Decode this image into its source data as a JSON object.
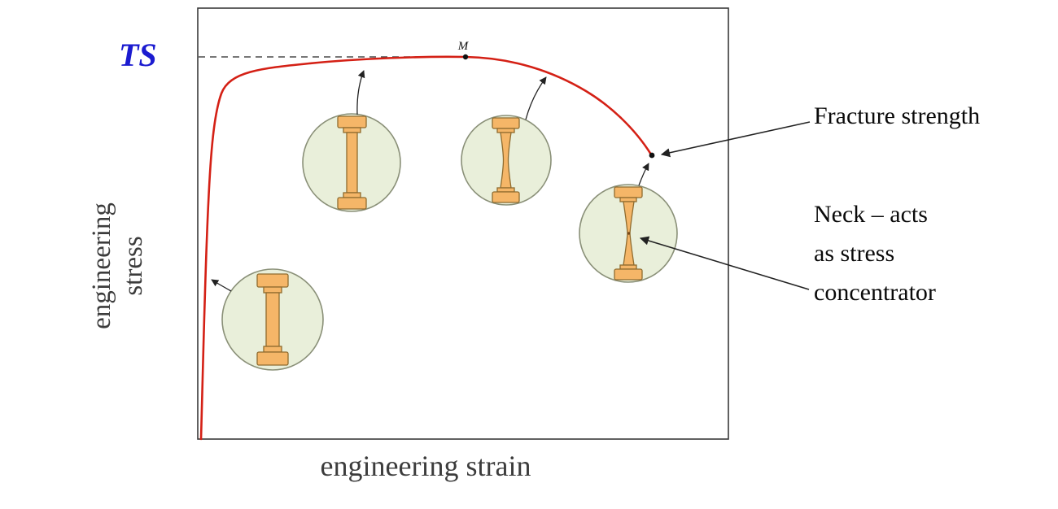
{
  "figure": {
    "kind": "annotated engineering stress-strain diagram with tensile specimen stages"
  },
  "labels": {
    "ts": "TS",
    "y_axis_line1": "engineering",
    "y_axis_line2": "stress",
    "x_axis": "engineering strain",
    "peak_point": "M",
    "fracture_strength": "Fracture strength",
    "neck_line1": "Neck – acts",
    "neck_line2": "as stress",
    "neck_line3": "concentrator"
  },
  "specimens": [
    {
      "name": "undeformed-specimen"
    },
    {
      "name": "uniformly-elongated-specimen"
    },
    {
      "name": "specimen-at-onset-of-necking"
    },
    {
      "name": "necked-specimen-before-fracture"
    }
  ],
  "colors": {
    "curve": "#d42015",
    "ts_label": "#1b1bd0",
    "axis_text": "#3c3c3c",
    "annotation_text": "#0a0a0a",
    "dashed_line": "#4a4a4a",
    "box_border": "#3a3a3a",
    "arrow": "#222222",
    "point_marker": "#111111",
    "stage_circle_fill": "#e9efda",
    "stage_circle_stroke": "#8a9078",
    "specimen_fill": "#f5b668",
    "specimen_stroke": "#8f6b2e",
    "neck_notch": "#7a4a18"
  }
}
